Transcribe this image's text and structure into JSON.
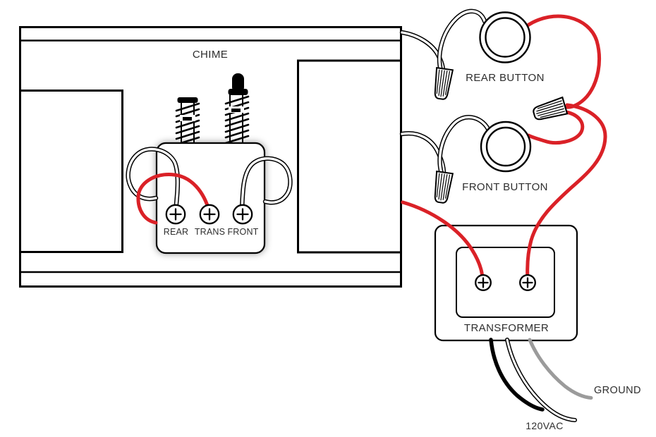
{
  "labels": {
    "chime": "CHIME",
    "rear_terminal": "REAR",
    "trans_terminal": "TRANS",
    "front_terminal": "FRONT",
    "rear_button": "REAR BUTTON",
    "front_button": "FRONT BUTTON",
    "transformer": "TRANSFORMER",
    "ground": "GROUND",
    "supply": "120VAC"
  },
  "colors": {
    "wire_red": "#da2127",
    "wire_neutral_gray": "#9b9b9b",
    "wire_black": "#000000",
    "line_color": "#000000",
    "text_color": "#2e2e2e"
  },
  "diagram": {
    "type": "wiring-diagram",
    "components": [
      {
        "name": "chime",
        "terminals": [
          "REAR",
          "TRANS",
          "FRONT"
        ],
        "strikers": 2
      },
      {
        "name": "rear button"
      },
      {
        "name": "front button"
      },
      {
        "name": "transformer",
        "terminal_screws": 2,
        "leads": [
          "black",
          "white",
          "gray"
        ]
      },
      {
        "name": "wire nut",
        "count": 3
      }
    ],
    "wires": [
      {
        "from": "chime REAR terminal",
        "to": "rear wire nut",
        "color": "white"
      },
      {
        "from": "rear wire nut",
        "to": "rear button",
        "color": "white"
      },
      {
        "from": "rear button",
        "to": "junction wire nut",
        "color": "red"
      },
      {
        "from": "chime FRONT terminal",
        "to": "front wire nut",
        "color": "white"
      },
      {
        "from": "front wire nut",
        "to": "front button",
        "color": "white"
      },
      {
        "from": "front button",
        "to": "junction wire nut",
        "color": "red"
      },
      {
        "from": "junction wire nut",
        "to": "transformer right terminal",
        "color": "red"
      },
      {
        "from": "chime TRANS terminal",
        "to": "transformer left terminal",
        "color": "red"
      },
      {
        "from": "transformer",
        "to": "120VAC",
        "color": "black+white"
      },
      {
        "from": "transformer",
        "to": "GROUND",
        "color": "gray"
      }
    ]
  }
}
